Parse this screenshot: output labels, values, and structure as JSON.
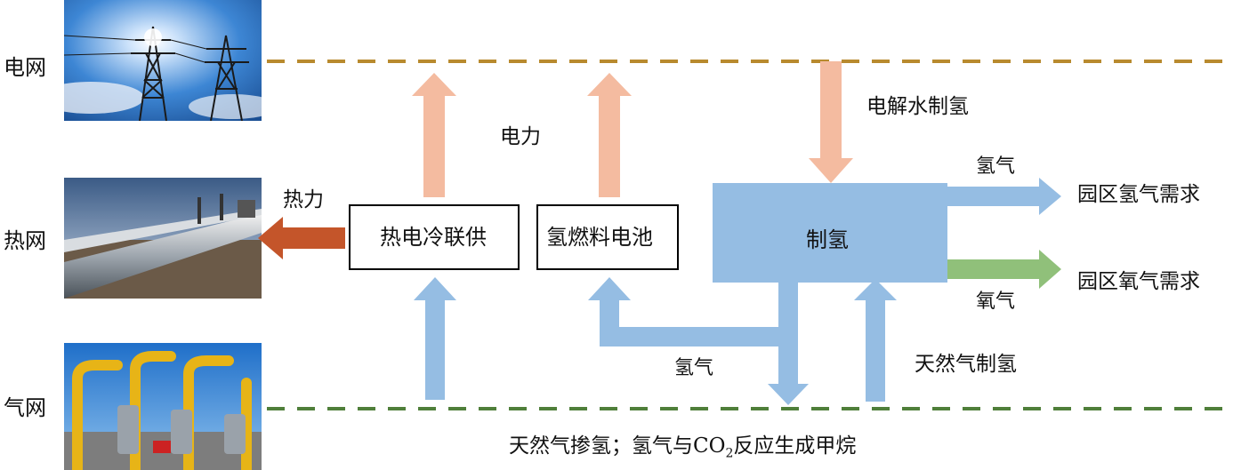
{
  "rows": {
    "grid": "电网",
    "heat": "热网",
    "gas": "气网"
  },
  "boxes": {
    "chp": "热电冷联供",
    "fuel_cell": "氢燃料电池",
    "h2_production": "制氢"
  },
  "flows": {
    "electricity": "电力",
    "heat": "热力",
    "electrolysis": "电解水制氢",
    "hydrogen_out": "氢气",
    "oxygen_out": "氧气",
    "park_h2_demand": "园区氢气需求",
    "park_o2_demand": "园区氧气需求",
    "hydrogen_loop": "氢气",
    "gas_to_h2": "天然气制氢",
    "bottom_note_pre": "天然气掺氢；氢气与CO",
    "bottom_note_sub": "2",
    "bottom_note_post": "反应生成甲烷"
  },
  "colors": {
    "grid_line": "#b88a2e",
    "gas_line": "#4f7f3a",
    "electric_arrow": "#f4bba0",
    "heat_arrow": "#c4552a",
    "hydrogen_blue": "#95bde3",
    "oxygen_green": "#90c07a",
    "box_border": "#000000"
  }
}
